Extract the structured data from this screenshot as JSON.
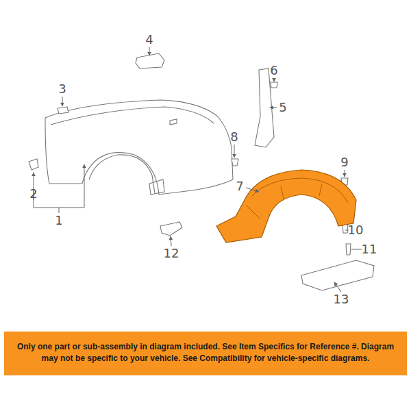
{
  "diagram": {
    "nodes": [
      {
        "text": [
          "Only one part or sub-assembly in diagram included. See Item Specifics for Reference #. Diagram may not be specific to your vehicle. See Compatibility for vehicle-specific diagrams."
        ]
      }
    ],
    "labels": [
      "1",
      "2",
      "3",
      "4",
      "5",
      "6",
      "7",
      "8",
      "9",
      "10",
      "11",
      "12",
      "13"
    ]
  }
}
